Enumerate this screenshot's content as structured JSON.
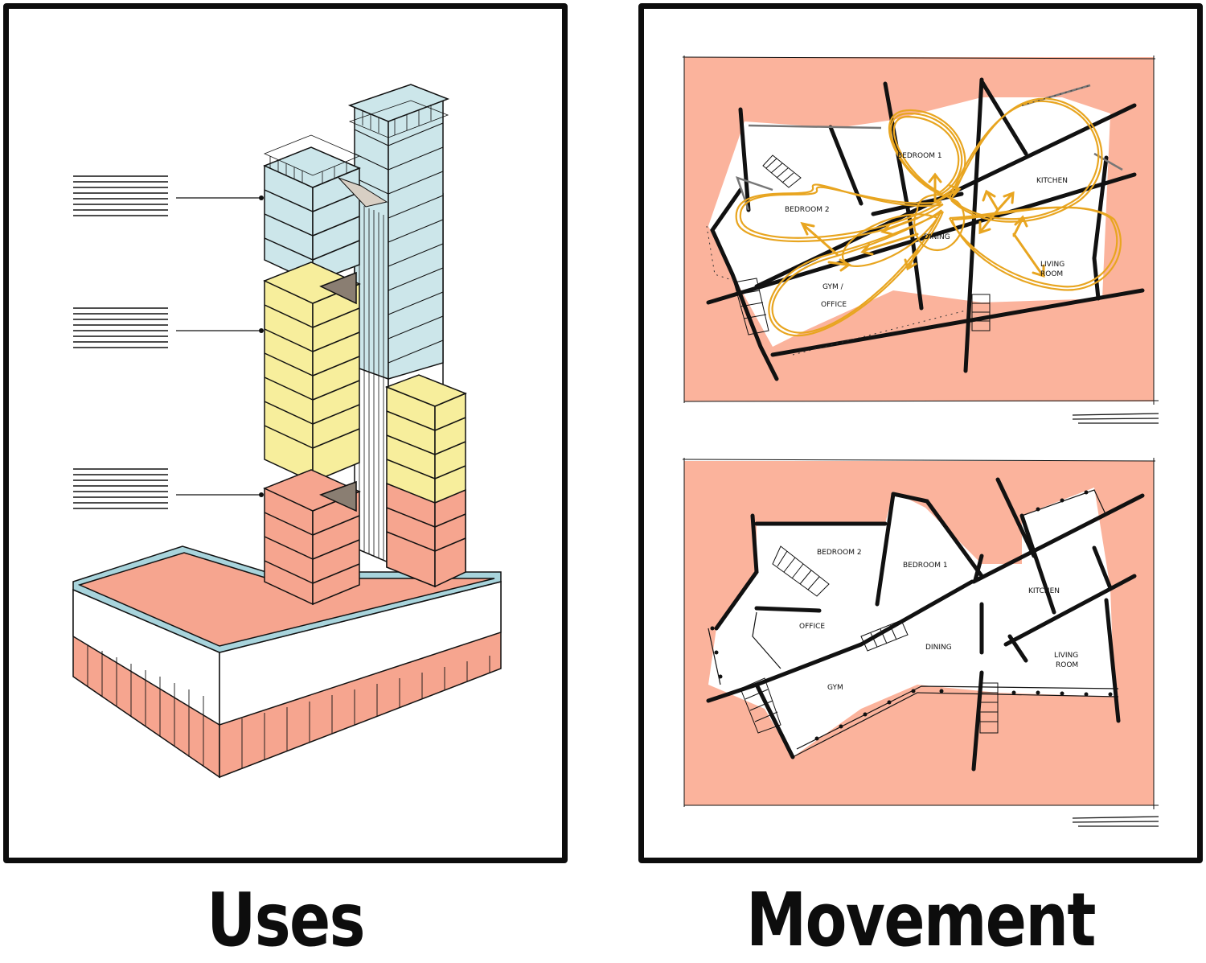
{
  "captions": {
    "uses": "Uses",
    "movement": "Movement"
  },
  "plans": {
    "upper": {
      "rooms": {
        "bedroom1": "BEDROOM 1",
        "bedroom2": "BEDROOM 2",
        "kitchen": "KITCHEN",
        "dining": "DINING",
        "living1": "LIVING",
        "living2": "ROOM",
        "gym1": "GYM /",
        "gym2": "OFFICE"
      }
    },
    "lower": {
      "rooms": {
        "bedroom2": "BEDROOM 2",
        "bedroom1": "BEDROOM 1",
        "kitchen": "KITCHEN",
        "office": "OFFICE",
        "dining": "DINING",
        "living1": "LIVING",
        "living2": "ROOM",
        "gym": "GYM"
      }
    }
  },
  "colors": {
    "salmon": "#f5a08a",
    "salmon_light": "#fbb39c",
    "yellow": "#f7ee9c",
    "blue": "#cce6ea",
    "orange_path": "#e8a520",
    "ink": "#111111"
  }
}
